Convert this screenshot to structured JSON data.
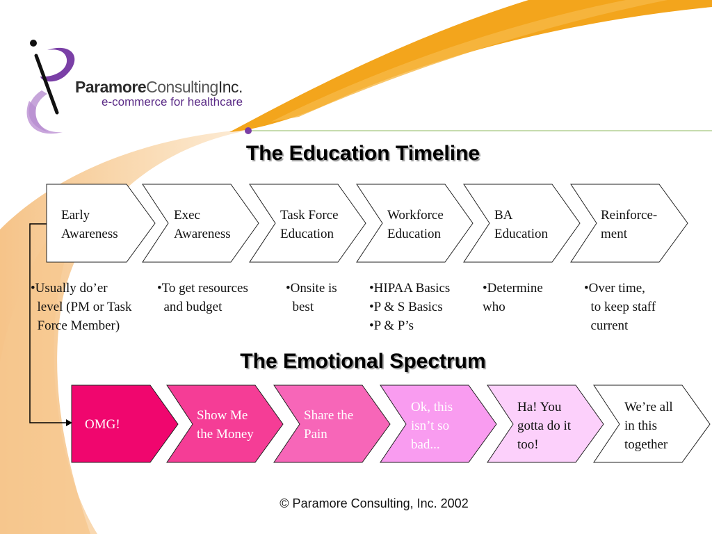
{
  "logo": {
    "name_bold": "Paramore",
    "name_light": "Consulting",
    "name_suffix": "Inc.",
    "tagline": "e-commerce for healthcare"
  },
  "timeline": {
    "title": "The Education Timeline",
    "stages": [
      {
        "label": "Early\nAwareness"
      },
      {
        "label": "Exec\nAwareness"
      },
      {
        "label": "Task Force\nEducation"
      },
      {
        "label": "Workforce\nEducation"
      },
      {
        "label": "BA\nEducation"
      },
      {
        "label": "Reinforce-\nment"
      }
    ],
    "bullets": [
      {
        "text": "•Usually do’er\n  level (PM or Task\n  Force Member)"
      },
      {
        "text": "•To get resources\n  and budget"
      },
      {
        "text": "•Onsite is\n  best"
      },
      {
        "text": "•HIPAA Basics\n•P & S Basics\n•P & P’s"
      },
      {
        "text": "•Determine\nwho"
      },
      {
        "text": "•Over time,\n  to keep staff\n  current"
      }
    ]
  },
  "spectrum": {
    "title": "The Emotional Spectrum",
    "stages": [
      {
        "label": "OMG!",
        "fill": "#f0066e",
        "text_color": "#ffffff"
      },
      {
        "label": "Show Me\nthe Money",
        "fill": "#f53d96",
        "text_color": "#ffffff"
      },
      {
        "label": "Share the\nPain",
        "fill": "#f766b8",
        "text_color": "#ffffff"
      },
      {
        "label": "Ok, this\nisn’t so\nbad...",
        "fill": "#f99cf0",
        "text_color": "#ffffff"
      },
      {
        "label": "Ha!  You\ngotta do it\ntoo!",
        "fill": "#fcd0fb",
        "text_color": "#111111"
      },
      {
        "label": "We’re all\nin this\ntogether",
        "fill": "#ffffff",
        "text_color": "#111111"
      }
    ]
  },
  "footer": {
    "text": "© Paramore Consulting, Inc. 2002"
  },
  "colors": {
    "swoosh_orange": "#f3a51c",
    "swoosh_peach": "#f7c98c",
    "rule_green": "#c6dcae",
    "logo_purple": "#7a3fa6"
  }
}
